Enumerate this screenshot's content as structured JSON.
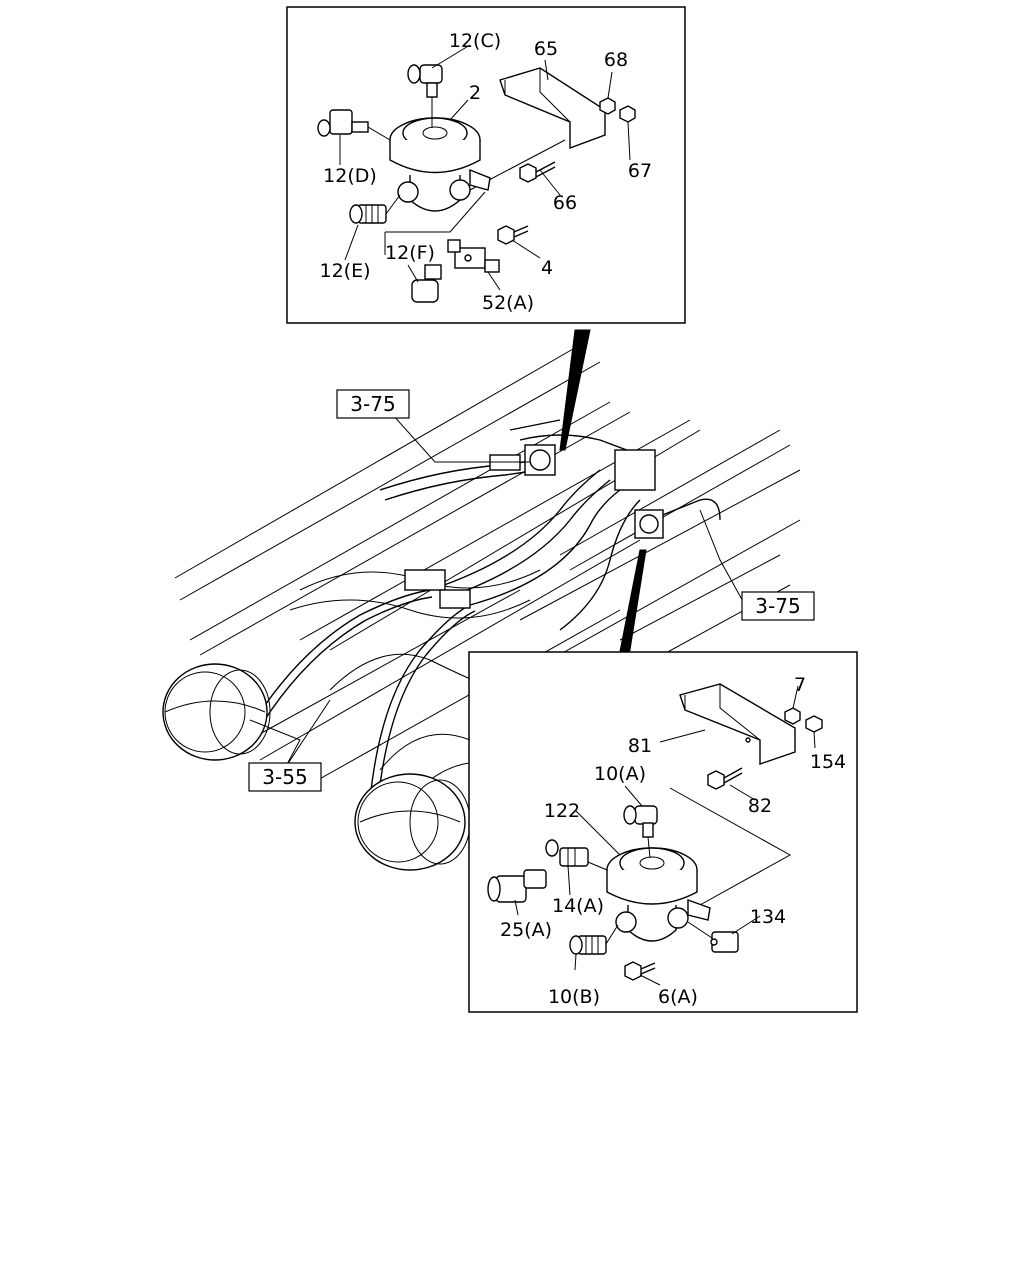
{
  "refs": {
    "r1": "3-75",
    "r2": "3-75",
    "r3": "3-55"
  },
  "top_inset": {
    "labels": [
      "12(C)",
      "65",
      "68",
      "2",
      "67",
      "12(D)",
      "66",
      "12(E)",
      "12(F)",
      "4",
      "52(A)"
    ]
  },
  "bottom_inset": {
    "labels": [
      "7",
      "81",
      "154",
      "10(A)",
      "82",
      "122",
      "134",
      "14(A)",
      "25(A)",
      "10(B)",
      "6(A)"
    ]
  }
}
